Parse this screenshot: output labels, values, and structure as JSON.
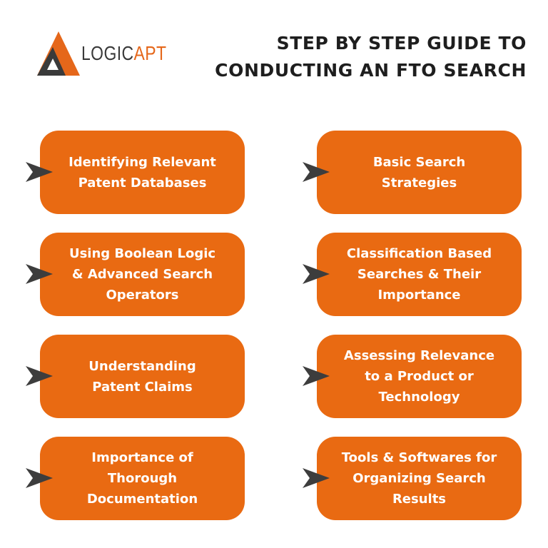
{
  "logo": {
    "part1": "LOGIC",
    "part2": "APT",
    "colors": {
      "orange": "#e5671a",
      "dark": "#3a3a3a"
    }
  },
  "title": {
    "line1": "STEP BY STEP GUIDE TO",
    "line2": "CONDUCTING AN FTO SEARCH"
  },
  "accent_color": "#e96a12",
  "steps": [
    {
      "label": "Identifying Relevant\nPatent Databases"
    },
    {
      "label": "Basic Search\nStrategies"
    },
    {
      "label": "Using Boolean Logic\n& Advanced Search\nOperators"
    },
    {
      "label": "Classification Based\nSearches & Their\nImportance"
    },
    {
      "label": "Understanding\nPatent Claims"
    },
    {
      "label": "Assessing Relevance\nto a Product or\nTechnology"
    },
    {
      "label": "Importance of\nThorough\nDocumentation"
    },
    {
      "label": "Tools & Softwares for\nOrganizing Search\nResults"
    }
  ]
}
